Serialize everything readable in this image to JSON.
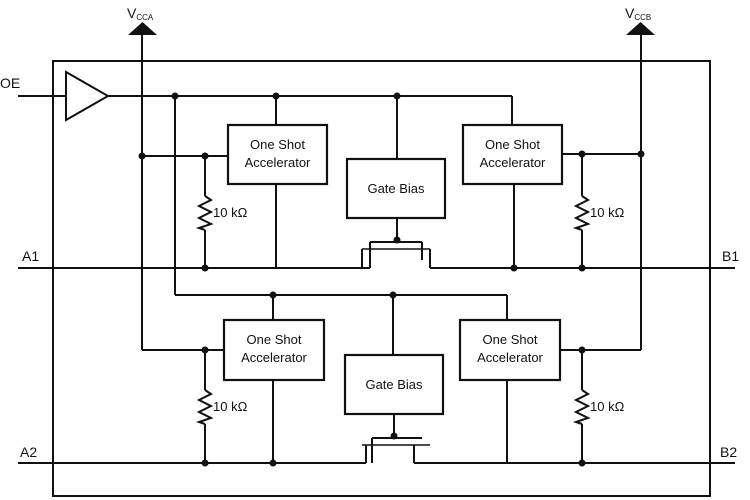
{
  "supply": {
    "vcca_main": "V",
    "vcca_sub": "CCA",
    "vccb_main": "V",
    "vccb_sub": "CCB"
  },
  "pins": {
    "oe": "OE",
    "a1": "A1",
    "b1": "B1",
    "a2": "A2",
    "b2": "B2"
  },
  "blocks": {
    "one_shot_line1": "One Shot",
    "one_shot_line2": "Accelerator",
    "gate_bias": "Gate Bias"
  },
  "resistor_value": "10 kΩ"
}
